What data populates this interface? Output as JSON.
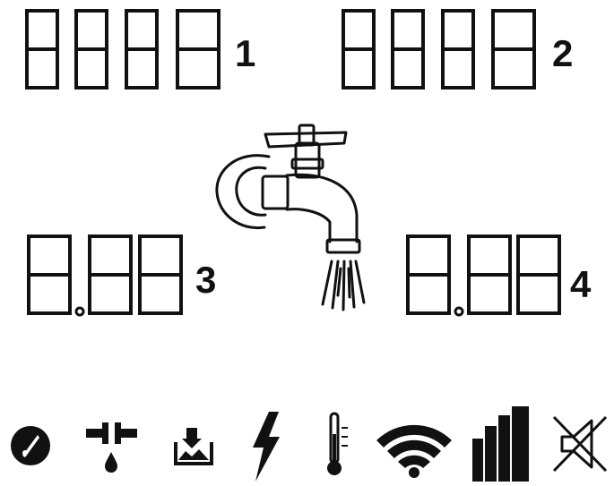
{
  "displays": [
    {
      "id": "display-1",
      "label": "1",
      "format": "8888"
    },
    {
      "id": "display-2",
      "label": "2",
      "format": "8888"
    },
    {
      "id": "display-3",
      "label": "3",
      "format": "8.88"
    },
    {
      "id": "display-4",
      "label": "4",
      "format": "8.88"
    }
  ],
  "center_icon": "water-tap-icon",
  "status_icons": [
    "compass-gauge-icon",
    "leak-pipe-icon",
    "ground-download-icon",
    "lightning-bolt-icon",
    "thermometer-icon",
    "wifi-icon",
    "signal-bars-icon",
    "speaker-muted-icon"
  ],
  "colors": {
    "foreground": "#111111",
    "background": "#ffffff"
  }
}
